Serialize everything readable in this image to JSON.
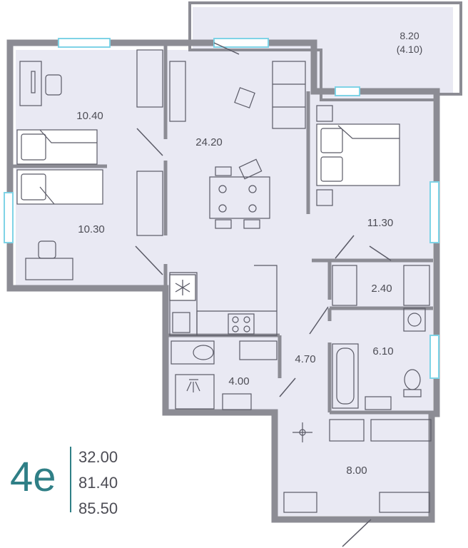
{
  "apartment": {
    "type": "4е",
    "totals": [
      "32.00",
      "81.40",
      "85.50"
    ]
  },
  "rooms": {
    "balcony": {
      "area": "8.20",
      "area_reduced": "(4.10)"
    },
    "bedroom_top_left": "10.40",
    "living_kitchen": "24.20",
    "bedroom_bottom_left": "10.30",
    "bedroom_right": "11.30",
    "wardrobe": "2.40",
    "bathroom": "6.10",
    "corridor": "4.70",
    "wc": "4.00",
    "hall": "8.00"
  },
  "colors": {
    "wall": "#8c8c94",
    "floor": "#e9e9f3",
    "furniture_stroke": "#5a5a66",
    "window": "#7fd3e6",
    "accent": "#2f7f86"
  },
  "icons": [
    "snowflake-icon",
    "compass-icon",
    "hanger-icon",
    "stove-icon",
    "sink-icon",
    "toilet-icon",
    "shower-icon",
    "bathtub-icon",
    "washer-icon"
  ]
}
